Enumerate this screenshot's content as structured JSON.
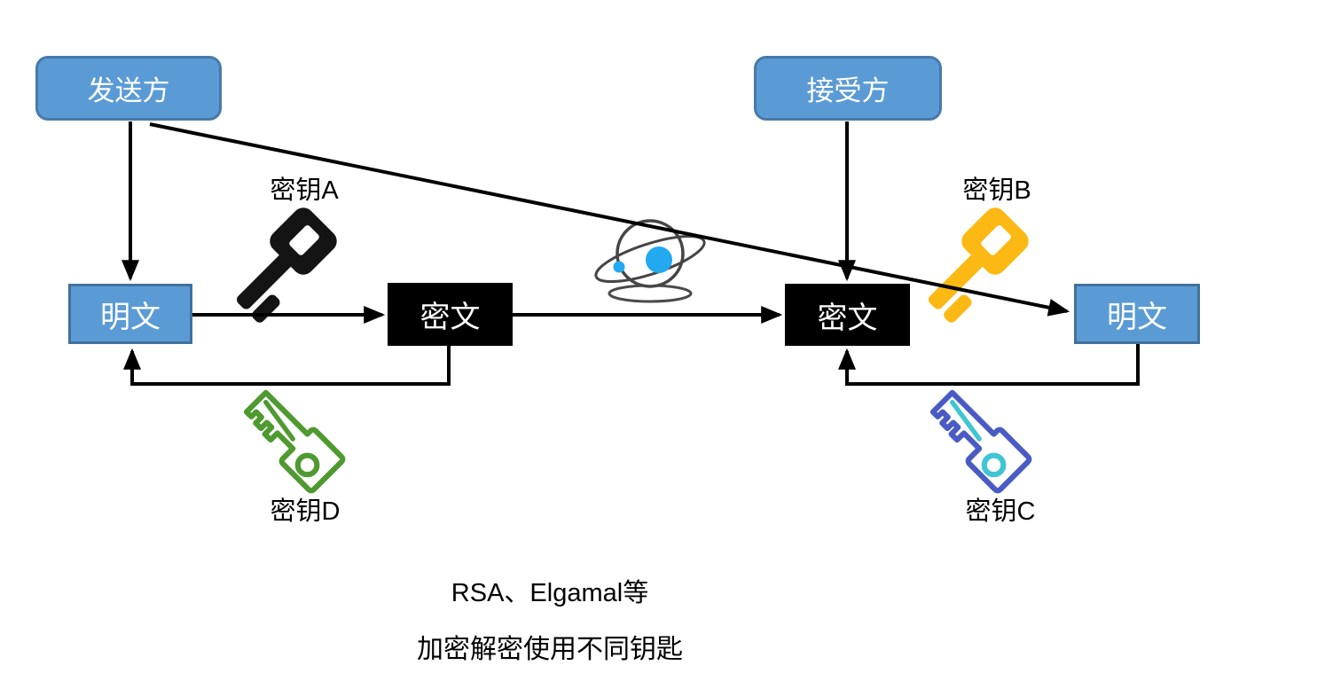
{
  "diagram_type": "asymmetric-encryption-flow",
  "nodes": {
    "sender": {
      "label": "发送方"
    },
    "receiver": {
      "label": "接受方"
    },
    "plaintext_left": {
      "label": "明文"
    },
    "ciphertext_left": {
      "label": "密文"
    },
    "ciphertext_right": {
      "label": "密文"
    },
    "plaintext_right": {
      "label": "明文"
    }
  },
  "keys": {
    "key_a": {
      "label": "密钥A",
      "icon": "solid-key-icon",
      "color": "#141414"
    },
    "key_b": {
      "label": "密钥B",
      "icon": "solid-key-icon",
      "color": "#FCB813"
    },
    "key_d": {
      "label": "密钥D",
      "icon": "outline-key-icon",
      "color": "#4E9A2F"
    },
    "key_c": {
      "label": "密钥C",
      "icon": "outline-key-icon",
      "color": "#4A5BC4",
      "accent_color": "#3FC5D4"
    }
  },
  "globe": {
    "icon": "network-globe-icon",
    "outline_color": "#454545",
    "blue_color": "#22A9EF"
  },
  "caption": {
    "line1": "RSA、Elgamal等",
    "line2": "加密解密使用不同钥匙"
  },
  "colors": {
    "node_blue_fill": "#5B9BD5",
    "node_blue_border": "#41719C",
    "node_black_fill": "#000000",
    "node_text": "#FFFFFF",
    "line": "#000000"
  }
}
